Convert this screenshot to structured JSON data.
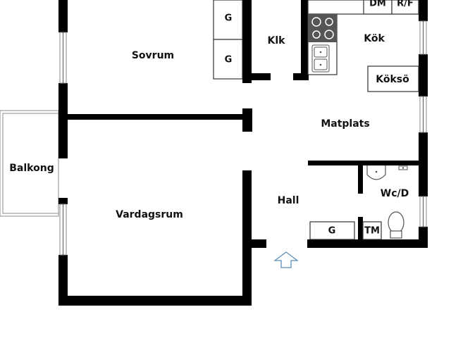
{
  "rooms": {
    "sovrum": "Sovrum",
    "klk": "Klk",
    "kok": "Kök",
    "koksö": "Köksö",
    "matplats": "Matplats",
    "balkong": "Balkong",
    "hall": "Hall",
    "wcd": "Wc/D",
    "vardagsrum": "Vardagsrum"
  },
  "fixtures": {
    "g_top": "G",
    "g_mid": "G",
    "g_hall": "G",
    "dm": "DM",
    "rf": "R/F",
    "tm": "TM"
  },
  "colors": {
    "wall": "#000000",
    "window_line": "#8a8a8a",
    "stove": "#555555",
    "entrance_arrow": "#5b8fb9"
  },
  "icons": [
    "stove-icon",
    "sink-icon",
    "washbasin-icon",
    "toilet-icon",
    "faucet-icon",
    "entrance-arrow-icon"
  ]
}
